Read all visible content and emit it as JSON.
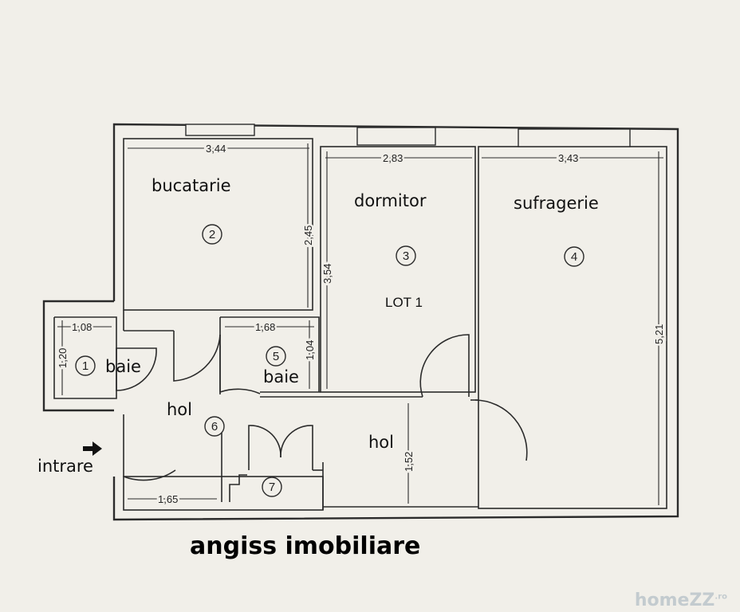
{
  "rooms": {
    "bucatarie": "bucatarie",
    "dormitor": "dormitor",
    "sufragerie": "sufragerie",
    "baie1": "baie",
    "baie5": "baie",
    "hol6": "hol",
    "hol2": "hol",
    "intrare": "intrare"
  },
  "lot": "LOT 1",
  "numbers": {
    "n1": "1",
    "n2": "2",
    "n3": "3",
    "n4": "4",
    "n5": "5",
    "n6": "6",
    "n7": "7"
  },
  "dimensions": {
    "bucatarie_w": "3,44",
    "bucatarie_h": "2,45",
    "dormitor_w": "2,83",
    "dormitor_h": "3,54",
    "sufragerie_w": "3,43",
    "sufragerie_h": "5,21",
    "baie1_w": "1,08",
    "baie1_h": "1,20",
    "baie5_w": "1,68",
    "baie5_h": "1,04",
    "hol_h": "1,52",
    "hol_w": "1,65"
  },
  "brand": "angiss imobiliare",
  "watermark": {
    "main": "homeZZ",
    "suffix": ".ro"
  },
  "colors": {
    "background": "#f1efe9",
    "lines": "#2b2b2b"
  },
  "icons": {
    "entrance": "arrow-right-icon"
  }
}
